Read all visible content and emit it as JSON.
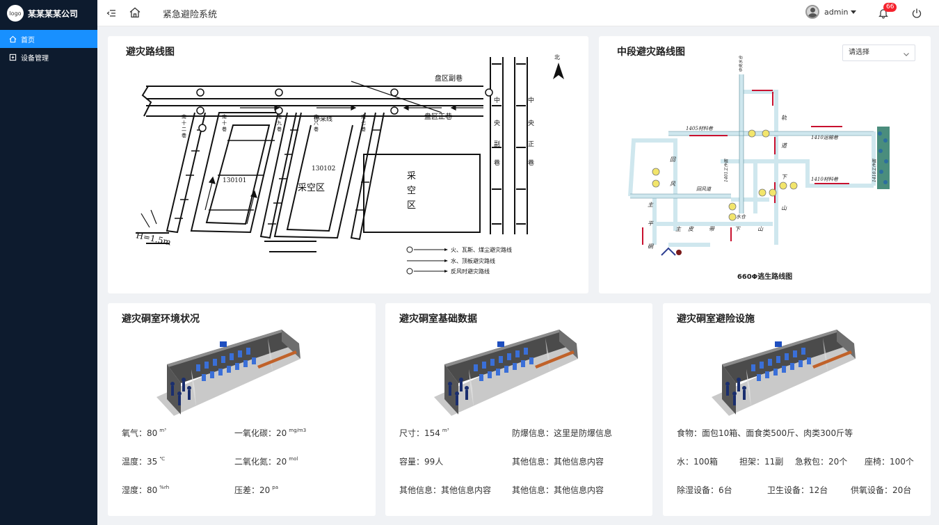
{
  "brand": {
    "logo_text": "logo",
    "company": "某某某某公司"
  },
  "sidebar": {
    "items": [
      {
        "label": "首页",
        "icon": "home-icon",
        "active": true
      },
      {
        "label": "设备管理",
        "icon": "device-icon",
        "active": false
      }
    ]
  },
  "header": {
    "title": "紧急避险系统",
    "user": "admin",
    "notifications": "66"
  },
  "route_map": {
    "title": "避灾路线图",
    "labels": {
      "north": "北",
      "pan_fuxiang": "盘区副巷",
      "pan_zhengxiang": "盘区正巷",
      "zhongyang_fu": [
        "中",
        "央",
        "副",
        "巷"
      ],
      "zhongyang_zheng": [
        "中",
        "央",
        "正",
        "巷"
      ],
      "nan12": [
        "南",
        "十",
        "二",
        "巷"
      ],
      "nan10": [
        "南",
        "十",
        "巷"
      ],
      "nan9": [
        "南",
        "九",
        "巷"
      ],
      "nan8": [
        "南",
        "八",
        "巷"
      ],
      "nan7": [
        "南",
        "七",
        "巷"
      ],
      "tingcai": "停采线",
      "p1": "130101",
      "p2": "130102",
      "caikongqu": "采空区",
      "caikongqu2": [
        "采",
        "空",
        "区"
      ],
      "height": "H=1.5m"
    },
    "legend": [
      "火、瓦斯、煤尘避灾路线",
      "水、顶板避灾路线",
      "反风时避灾路线"
    ]
  },
  "mid_route": {
    "title": "中段避灾路线图",
    "select_placeholder": "请选择",
    "caption": "660Φ逃生路线图",
    "labels": {
      "l1405": "1405材料巷",
      "l1410a": "1410运输巷",
      "l1410b": "1410材料巷",
      "huifeng": "回风道",
      "shuicang": "水仓",
      "zhu_pi_dai": [
        "主",
        "皮",
        "带",
        "下",
        "山"
      ],
      "gui_dao": [
        "轨",
        "道",
        "下",
        "山"
      ],
      "zhuping": [
        "主",
        "平",
        "硐"
      ],
      "huifeng_v": [
        "回",
        "风"
      ],
      "p1": "1401工作面",
      "p2": "1410工作面",
      "p3": "中央水仓"
    }
  },
  "env": {
    "title": "避灾硐室环境状况",
    "rows": [
      {
        "label": "氧气：",
        "value": "80",
        "unit": "m³"
      },
      {
        "label": "一氧化碳：",
        "value": "20",
        "unit": "mg/m3"
      },
      {
        "label": "温度：",
        "value": "35",
        "unit": "℃"
      },
      {
        "label": "二氧化氮：",
        "value": "20",
        "unit": "mol"
      },
      {
        "label": "湿度：",
        "value": "80",
        "unit": "%rh"
      },
      {
        "label": "压差：",
        "value": "20",
        "unit": "pa"
      }
    ]
  },
  "basic": {
    "title": "避灾硐室基础数据",
    "rows": [
      {
        "label": "尺寸：",
        "value": "154",
        "unit": "m³"
      },
      {
        "label": "防爆信息：",
        "value": "这里是防爆信息",
        "unit": ""
      },
      {
        "label": "容量：",
        "value": "99人",
        "unit": ""
      },
      {
        "label": "其他信息：",
        "value": "其他信息内容",
        "unit": ""
      },
      {
        "label": "其他信息：",
        "value": "其他信息内容",
        "unit": ""
      },
      {
        "label": "其他信息：",
        "value": "其他信息内容",
        "unit": ""
      }
    ]
  },
  "facilities": {
    "title": "避灾硐室避险设施",
    "food": "食物：面包10箱、面食类500斤、肉类300斤等",
    "row2": [
      "水：100箱",
      "担架：11副",
      "急救包：20个",
      "座椅：100个"
    ],
    "row3": [
      "除湿设备：6台",
      "卫生设备：12台",
      "供氧设备：20台"
    ]
  },
  "colors": {
    "sidebar_bg": "#0d1b2e",
    "accent": "#1890ff",
    "badge": "#f5222d",
    "pipe": "#cfe7ee",
    "arrow_red": "#c8102e"
  }
}
